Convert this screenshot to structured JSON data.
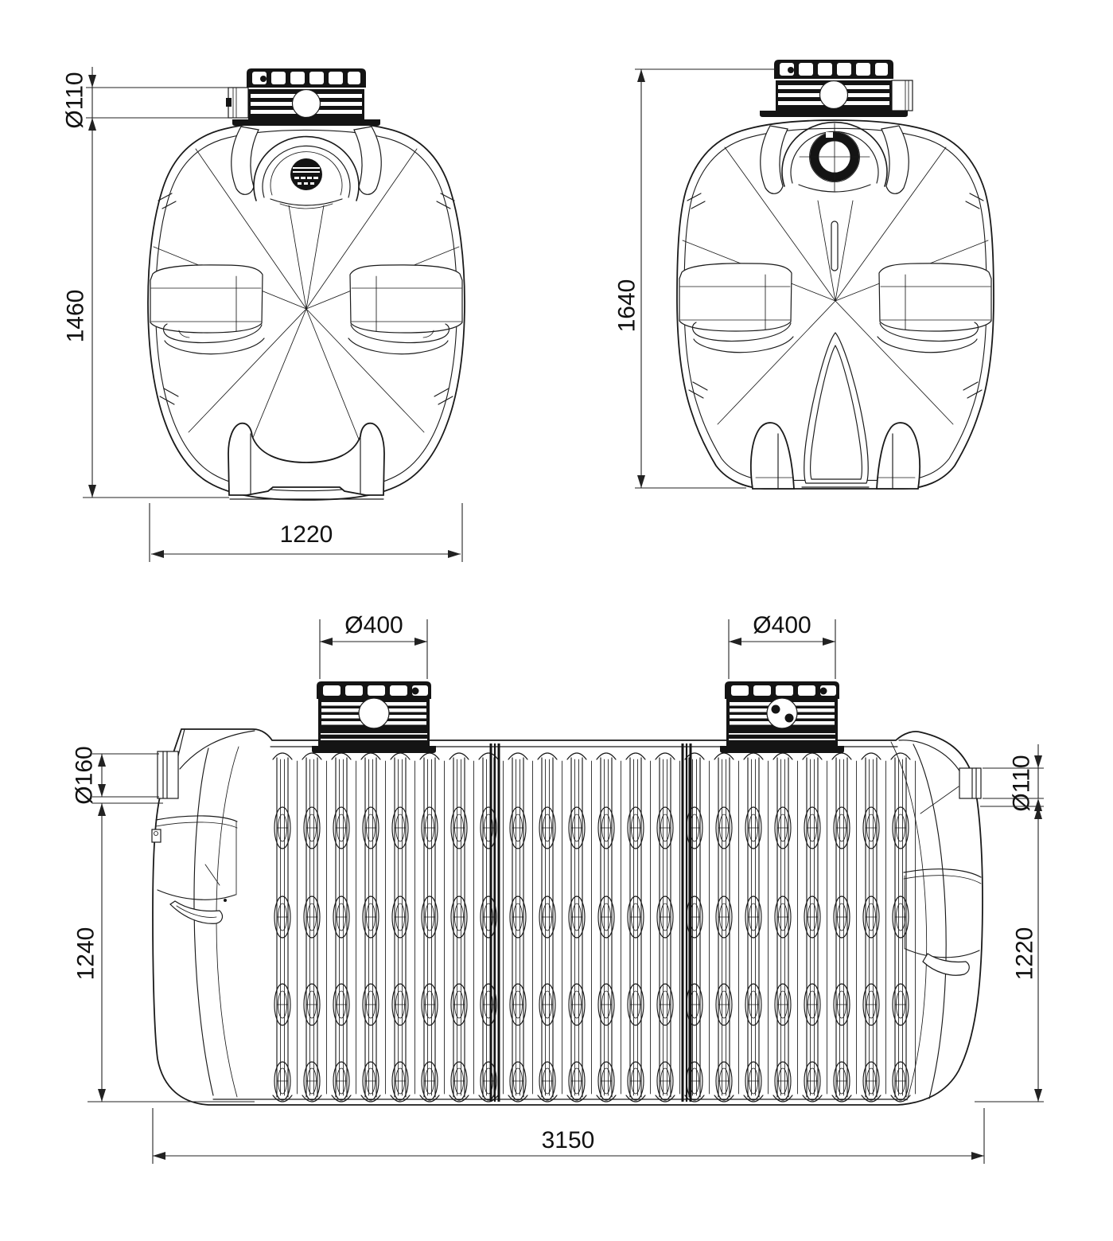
{
  "drawing": {
    "type": "technical-cad-drawing",
    "subject": "underground plastic water tank / septic tank, three orthographic views",
    "background_color": "#ffffff",
    "line_color": "#1a1a1a",
    "views": {
      "front_view": {
        "label": "front end view (top left)",
        "dimensions": {
          "pipe_diameter": "Ø110",
          "height": "1460",
          "width": "1220"
        }
      },
      "rear_view": {
        "label": "rear end view (top right)",
        "dimensions": {
          "overall_height": "1640"
        }
      },
      "side_view": {
        "label": "side view (bottom)",
        "dimensions": {
          "manhole_left": "Ø400",
          "manhole_right": "Ø400",
          "inlet_diameter": "Ø160",
          "inlet_height": "1240",
          "outlet_diameter": "Ø110",
          "outlet_height": "1220",
          "length": "3150"
        }
      }
    }
  }
}
